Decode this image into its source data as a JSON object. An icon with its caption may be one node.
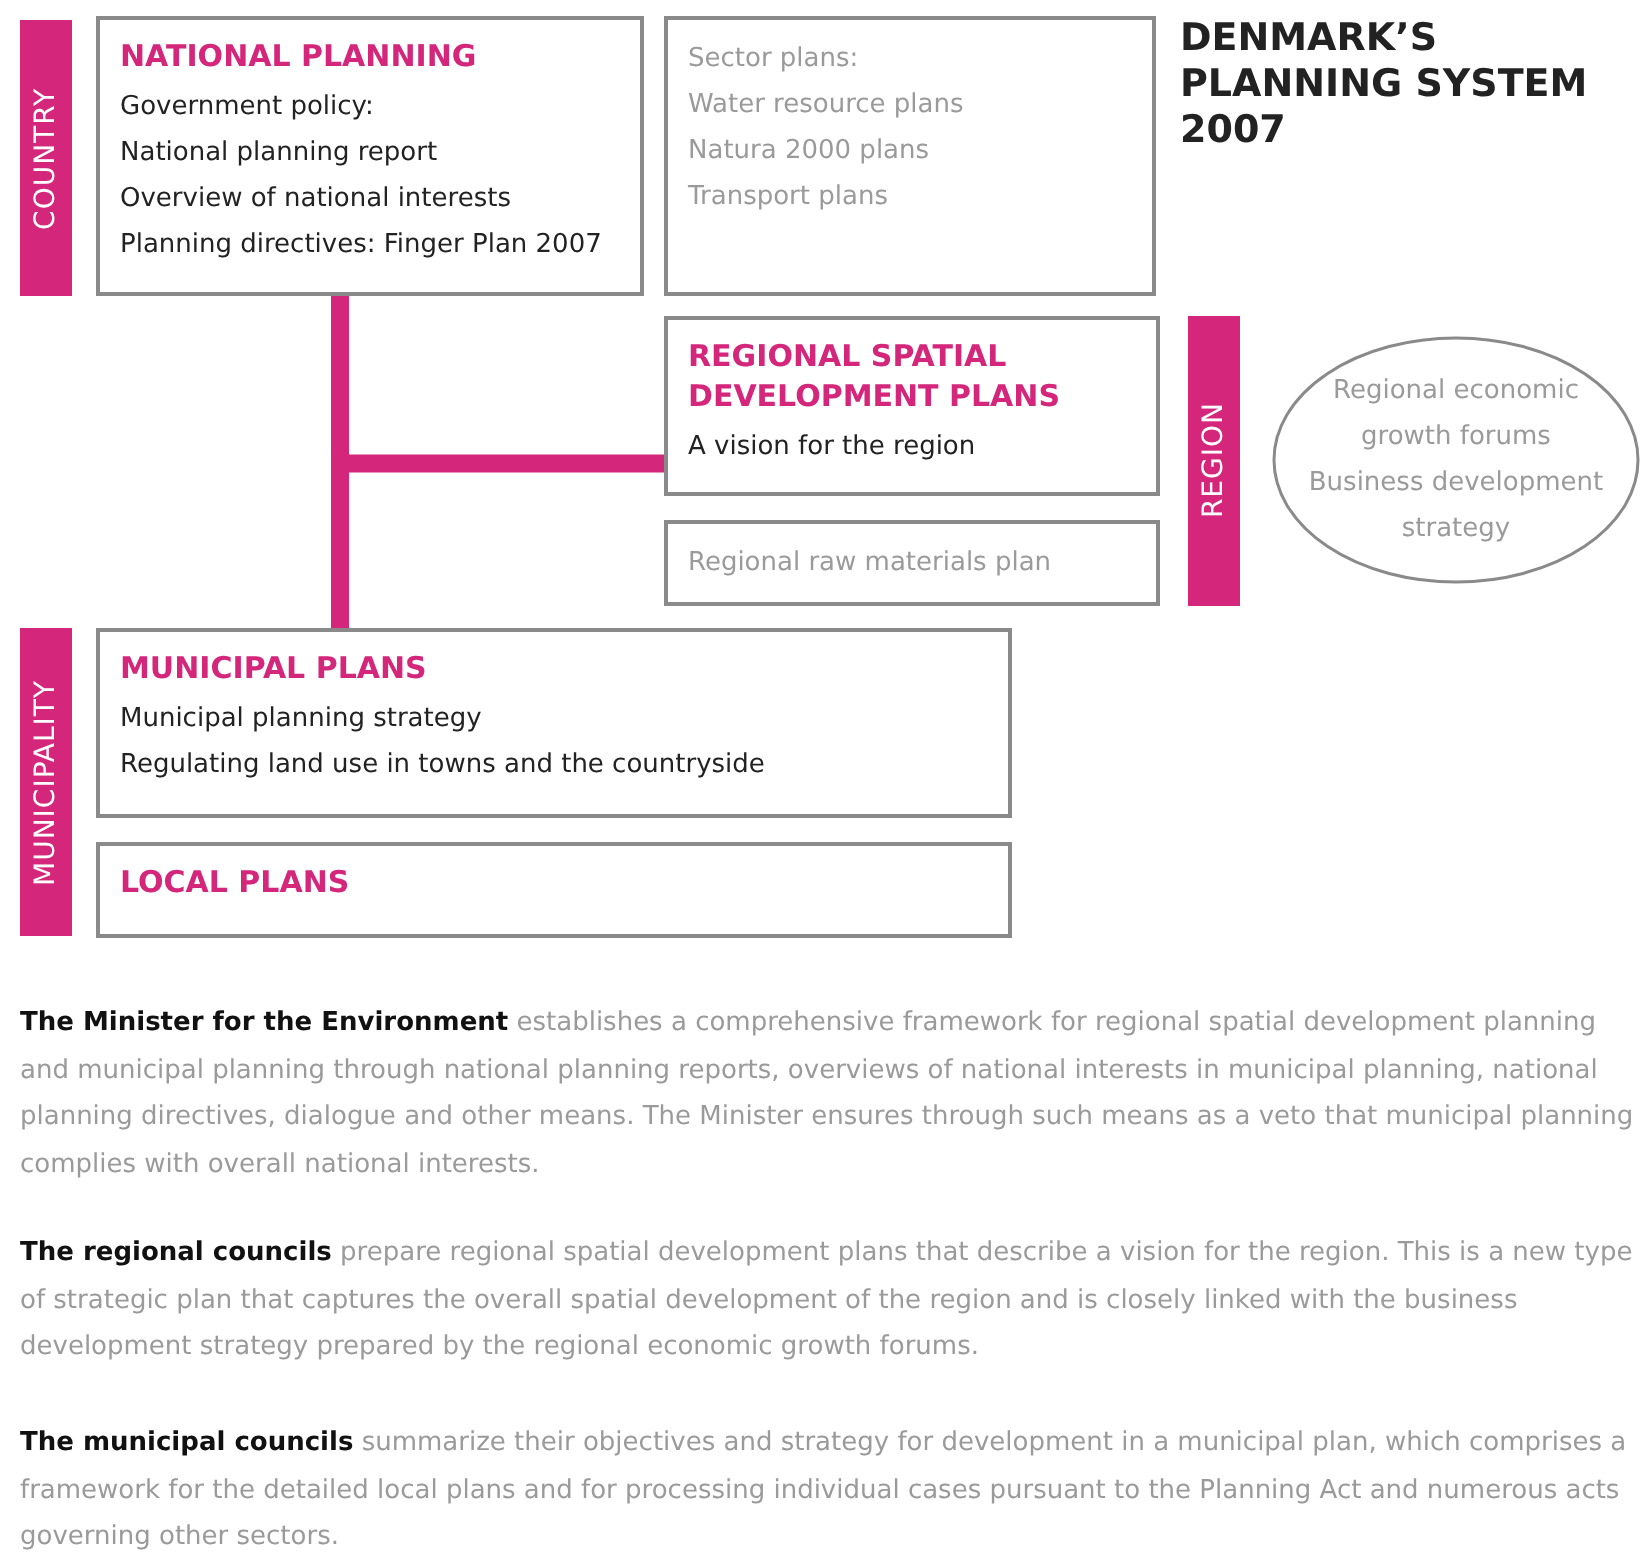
{
  "diagram": {
    "title": "DENMARK’S PLANNING SYSTEM 2007",
    "nodes": [
      {
        "text": [
          "COUNTRY"
        ]
      },
      {
        "text": [
          "NATIONAL PLANNING",
          "Government policy:",
          "National planning report",
          "Overview of national interests",
          "Planning directives: Finger Plan 2007"
        ]
      },
      {
        "text": [
          "Sector plans:",
          "Water resource plans",
          "Natura 2000 plans",
          "Transport plans"
        ]
      },
      {
        "text": [
          "REGIONAL SPATIAL DEVELOPMENT PLANS",
          "A vision for the region"
        ]
      },
      {
        "text": [
          "Regional raw materials plan"
        ]
      },
      {
        "text": [
          "REGION"
        ]
      },
      {
        "text": [
          "Regional economic growth forums",
          "Business development strategy"
        ]
      },
      {
        "text": [
          "MUNICIPALITY"
        ]
      },
      {
        "text": [
          "MUNICIPAL PLANS",
          "Municipal planning strategy",
          "Regulating land use in towns and the countryside"
        ]
      },
      {
        "text": [
          "LOCAL PLANS"
        ]
      }
    ],
    "edges": [
      {
        "from": 1,
        "to": 3,
        "arrow": "none"
      },
      {
        "from": 1,
        "to": 8,
        "arrow": "none"
      }
    ],
    "labels": [
      "**The Minister for the Environment** establishes a comprehensive framework for regional spatial development planning and municipal planning through national planning reports, overviews of national interests in municipal planning, national planning directives, dialogue and other means. The Minister ensures through such means as a veto that municipal planning complies with overall national interests.",
      "**The regional councils** prepare regional spatial development plans that describe a vision for the region. This is a new type of strategic plan that captures the overall spatial development of the region and is closely linked with the business development strategy prepared by the regional economic growth forums.",
      "**The municipal councils** summarize their objectives and strategy for development in a municipal plan, which comprises a framework for the detailed local plans and for processing individual cases pursuant to the Planning Act and numerous acts governing other sectors."
    ]
  }
}
